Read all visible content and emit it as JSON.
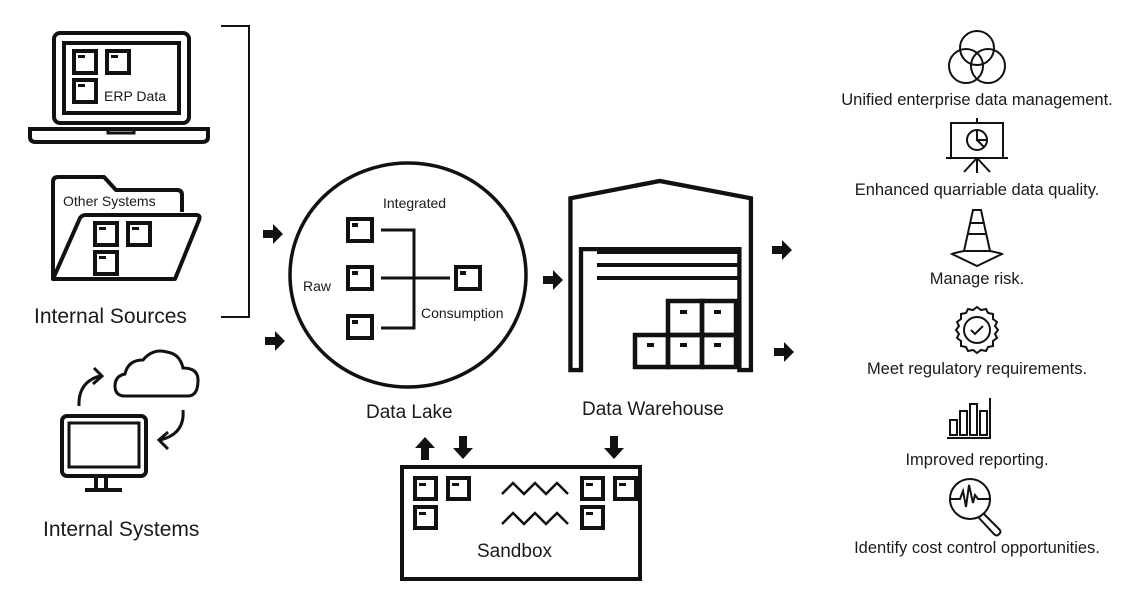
{
  "sources": {
    "erp_label": "ERP Data",
    "other_label": "Other Systems",
    "internal_sources_label": "Internal Sources",
    "internal_systems_label": "Internal Systems"
  },
  "data_lake": {
    "title": "Data Lake",
    "zones": {
      "raw": "Raw",
      "integrated": "Integrated",
      "consumption": "Consumption"
    }
  },
  "data_warehouse": {
    "title": "Data Warehouse"
  },
  "sandbox": {
    "title": "Sandbox"
  },
  "benefits": [
    {
      "icon": "venn-circles-icon",
      "label": "Unified enterprise data management."
    },
    {
      "icon": "presentation-board-icon",
      "label": "Enhanced quarriable data quality."
    },
    {
      "icon": "traffic-cone-icon",
      "label": "Manage risk."
    },
    {
      "icon": "certified-badge-icon",
      "label": "Meet regulatory requirements."
    },
    {
      "icon": "bar-chart-icon",
      "label": "Improved reporting."
    },
    {
      "icon": "magnifier-pulse-icon",
      "label": "Identify cost control opportunities."
    }
  ]
}
